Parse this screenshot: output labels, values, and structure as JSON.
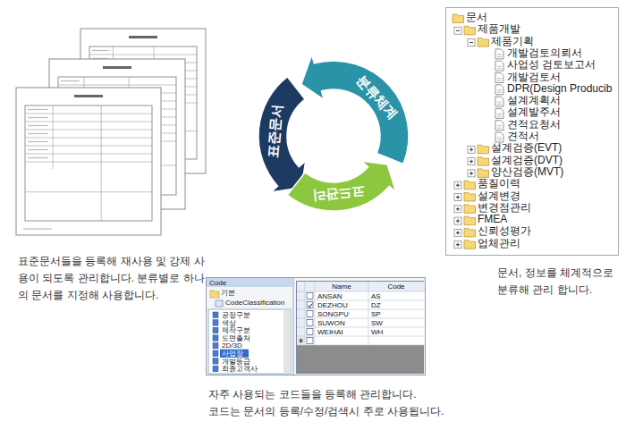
{
  "diagram": {
    "nodes": [
      {
        "text": [
          "표준문서"
        ]
      },
      {
        "text": [
          "분류체계"
        ]
      },
      {
        "text": [
          "코드관리"
        ]
      },
      {
        "text": [
          "문서",
          "제품개발",
          "제품기획",
          "개발검토의뢰서",
          "사업성 검토보고서",
          "개발검토서",
          "DPR(Design Producib",
          "설계계획서",
          "설계발주서",
          "견적요청서",
          "견적서",
          "설계검증(EVT)",
          "설계검증(DVT)",
          "양산검증(MVT)",
          "품질이력",
          "설계변경",
          "변경점관리",
          "FMEA",
          "신뢰성평가",
          "업체관리"
        ]
      },
      {
        "text": [
          "Code",
          "기본",
          "CodeClassification",
          "공장구분",
          "색상",
          "제작구분",
          "도면출처",
          "2D/3D",
          "사업장",
          "개발등급",
          "최종고객사"
        ]
      },
      {
        "text": [
          "Name",
          "Code",
          "ANSAN",
          "AS",
          "DEZHOU",
          "DZ",
          "SONGPU",
          "SP",
          "SUWON",
          "SW",
          "WEIHAI",
          "WH"
        ],
        "in": 4
      }
    ],
    "labels": [
      "표준문서들을 등록해 재사용 및 강제 사용이 되도록 관리합니다. 분류별로 하나의 문서를 지정해 사용합니다.",
      "문서, 정보를 체계적으로 분류해 관리 합니다.",
      "자주 사용되는 코드들을 등록해 관리합니다.",
      "코드는 문서의 등록/수정/검색시 주로 사용됩니다."
    ]
  }
}
